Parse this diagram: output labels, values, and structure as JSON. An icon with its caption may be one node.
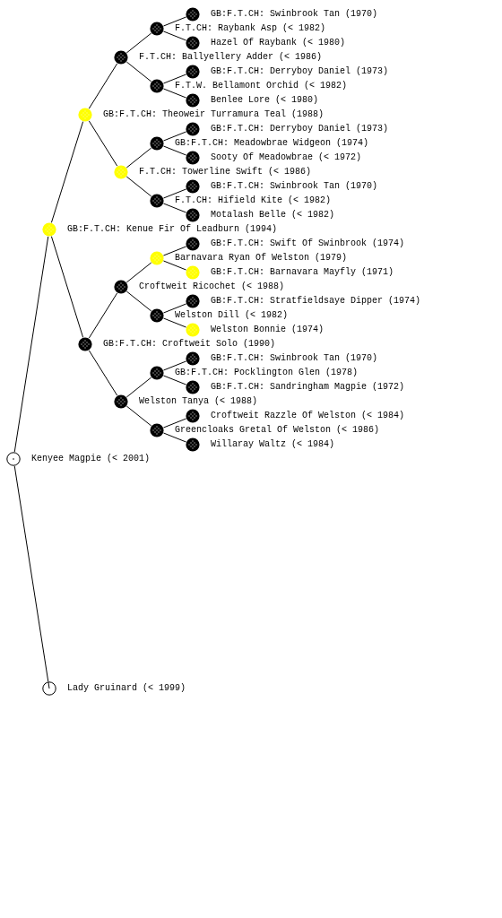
{
  "diagram": {
    "nodes": [
      {
        "text": [
          "GB:F.T.CH: Swinbrook Tan (1970)"
        ]
      },
      {
        "text": [
          "F.T.CH: Raybank Asp (< 1982)"
        ]
      },
      {
        "text": [
          "Hazel Of Raybank (< 1980)"
        ]
      },
      {
        "text": [
          "F.T.CH: Ballyellery Adder (< 1986)"
        ]
      },
      {
        "text": [
          "GB:F.T.CH: Derryboy Daniel (1973)"
        ]
      },
      {
        "text": [
          "F.T.W. Bellamont Orchid (< 1982)"
        ]
      },
      {
        "text": [
          "Benlee Lore (< 1980)"
        ]
      },
      {
        "text": [
          "GB:F.T.CH: Theoweir Turramura Teal (1988)"
        ]
      },
      {
        "text": [
          "GB:F.T.CH: Derryboy Daniel (1973)"
        ]
      },
      {
        "text": [
          "GB:F.T.CH: Meadowbrae Widgeon (1974)"
        ]
      },
      {
        "text": [
          "Sooty Of Meadowbrae (< 1972)"
        ]
      },
      {
        "text": [
          "F.T.CH: Towerline Swift (< 1986)"
        ]
      },
      {
        "text": [
          "GB:F.T.CH: Swinbrook Tan (1970)"
        ]
      },
      {
        "text": [
          "F.T.CH: Hifield Kite (< 1982)"
        ]
      },
      {
        "text": [
          "Motalash Belle (< 1982)"
        ]
      },
      {
        "text": [
          "GB:F.T.CH: Kenue Fir Of Leadburn (1994)"
        ]
      },
      {
        "text": [
          "GB:F.T.CH: Swift Of Swinbrook (1974)"
        ]
      },
      {
        "text": [
          "Barnavara Ryan Of Welston (1979)"
        ]
      },
      {
        "text": [
          "GB:F.T.CH: Barnavara Mayfly (1971)"
        ]
      },
      {
        "text": [
          "Croftweit Ricochet (< 1988)"
        ]
      },
      {
        "text": [
          "GB:F.T.CH: Stratfieldsaye Dipper (1974)"
        ]
      },
      {
        "text": [
          "Welston Dill (< 1982)"
        ]
      },
      {
        "text": [
          "Welston Bonnie (1974)"
        ]
      },
      {
        "text": [
          "GB:F.T.CH: Croftweit Solo (1990)"
        ]
      },
      {
        "text": [
          "GB:F.T.CH: Swinbrook Tan (1970)"
        ]
      },
      {
        "text": [
          "GB:F.T.CH: Pocklington Glen (1978)"
        ]
      },
      {
        "text": [
          "GB:F.T.CH: Sandringham Magpie (1972)"
        ]
      },
      {
        "text": [
          "Welston Tanya (< 1988)"
        ]
      },
      {
        "text": [
          "Croftweit Razzle Of Welston (< 1984)"
        ]
      },
      {
        "text": [
          "Greencloaks Gretal Of Welston (< 1986)"
        ]
      },
      {
        "text": [
          "Willaray Waltz (< 1984)"
        ]
      },
      {
        "text": [
          "Kenyee Magpie (< 2001)"
        ]
      },
      {
        "text": [
          "Lady Gruinard (< 1999)"
        ]
      }
    ],
    "edges": [
      {
        "from": 31,
        "to": 15,
        "arrow": "none"
      },
      {
        "from": 31,
        "to": 32,
        "arrow": "none"
      },
      {
        "from": 15,
        "to": 7,
        "arrow": "none"
      },
      {
        "from": 15,
        "to": 23,
        "arrow": "none"
      },
      {
        "from": 7,
        "to": 3,
        "arrow": "none"
      },
      {
        "from": 7,
        "to": 11,
        "arrow": "none"
      },
      {
        "from": 3,
        "to": 1,
        "arrow": "none"
      },
      {
        "from": 3,
        "to": 5,
        "arrow": "none"
      },
      {
        "from": 1,
        "to": 0,
        "arrow": "none"
      },
      {
        "from": 1,
        "to": 2,
        "arrow": "none"
      },
      {
        "from": 5,
        "to": 4,
        "arrow": "none"
      },
      {
        "from": 5,
        "to": 6,
        "arrow": "none"
      },
      {
        "from": 11,
        "to": 9,
        "arrow": "none"
      },
      {
        "from": 11,
        "to": 13,
        "arrow": "none"
      },
      {
        "from": 9,
        "to": 8,
        "arrow": "none"
      },
      {
        "from": 9,
        "to": 10,
        "arrow": "none"
      },
      {
        "from": 13,
        "to": 12,
        "arrow": "none"
      },
      {
        "from": 13,
        "to": 14,
        "arrow": "none"
      },
      {
        "from": 23,
        "to": 19,
        "arrow": "none"
      },
      {
        "from": 23,
        "to": 27,
        "arrow": "none"
      },
      {
        "from": 19,
        "to": 17,
        "arrow": "none"
      },
      {
        "from": 19,
        "to": 21,
        "arrow": "none"
      },
      {
        "from": 17,
        "to": 16,
        "arrow": "none"
      },
      {
        "from": 17,
        "to": 18,
        "arrow": "none"
      },
      {
        "from": 21,
        "to": 20,
        "arrow": "none"
      },
      {
        "from": 21,
        "to": 22,
        "arrow": "none"
      },
      {
        "from": 27,
        "to": 25,
        "arrow": "none"
      },
      {
        "from": 27,
        "to": 29,
        "arrow": "none"
      },
      {
        "from": 25,
        "to": 24,
        "arrow": "none"
      },
      {
        "from": 25,
        "to": 26,
        "arrow": "none"
      },
      {
        "from": 29,
        "to": 28,
        "arrow": "none"
      },
      {
        "from": 29,
        "to": 30,
        "arrow": "none"
      }
    ]
  }
}
